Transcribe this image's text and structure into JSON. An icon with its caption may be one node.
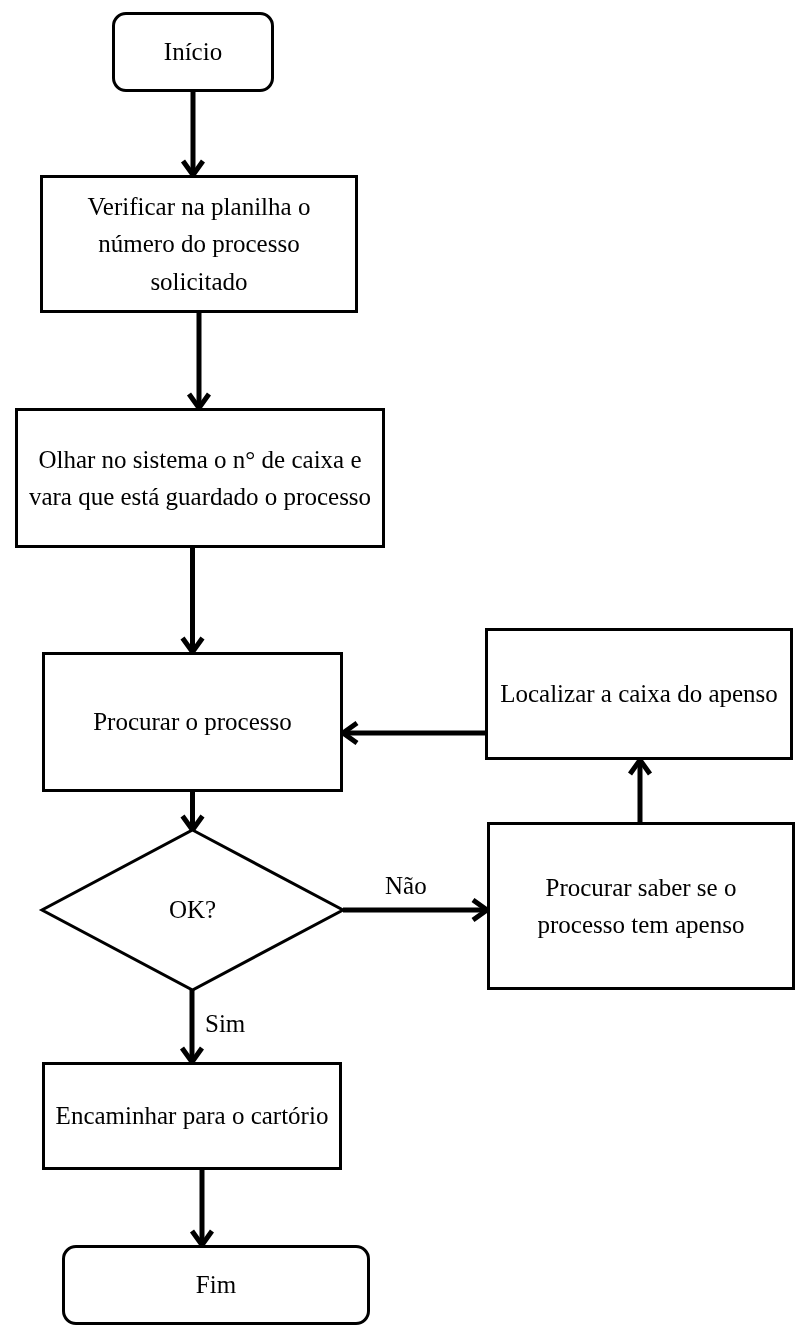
{
  "diagram": {
    "nodes": [
      {
        "text": [
          "Início"
        ]
      },
      {
        "text": [
          "Verificar na planilha o número do processo solicitado"
        ]
      },
      {
        "text": [
          "Olhar no sistema o n° de caixa e vara que está guardado o processo"
        ]
      },
      {
        "text": [
          "Procurar o processo"
        ]
      },
      {
        "text": [
          "Localizar a caixa do apenso"
        ]
      },
      {
        "text": [
          "OK?"
        ]
      },
      {
        "text": [
          "Procurar saber se o processo tem apenso"
        ]
      },
      {
        "text": [
          "Encaminhar para o cartório"
        ]
      },
      {
        "text": [
          "Fim"
        ]
      }
    ],
    "edges": [
      {
        "from": 0,
        "to": 1,
        "arrow": "to"
      },
      {
        "from": 1,
        "to": 2,
        "arrow": "to"
      },
      {
        "from": 2,
        "to": 3,
        "arrow": "to"
      },
      {
        "from": 3,
        "to": 5,
        "arrow": "to"
      },
      {
        "from": 5,
        "to": 7,
        "arrow": "to",
        "label": "Sim"
      },
      {
        "from": 5,
        "to": 6,
        "arrow": "to",
        "label": "Não"
      },
      {
        "from": 6,
        "to": 4,
        "arrow": "to"
      },
      {
        "from": 4,
        "to": 3,
        "arrow": "to"
      },
      {
        "from": 7,
        "to": 8,
        "arrow": "to"
      }
    ]
  }
}
